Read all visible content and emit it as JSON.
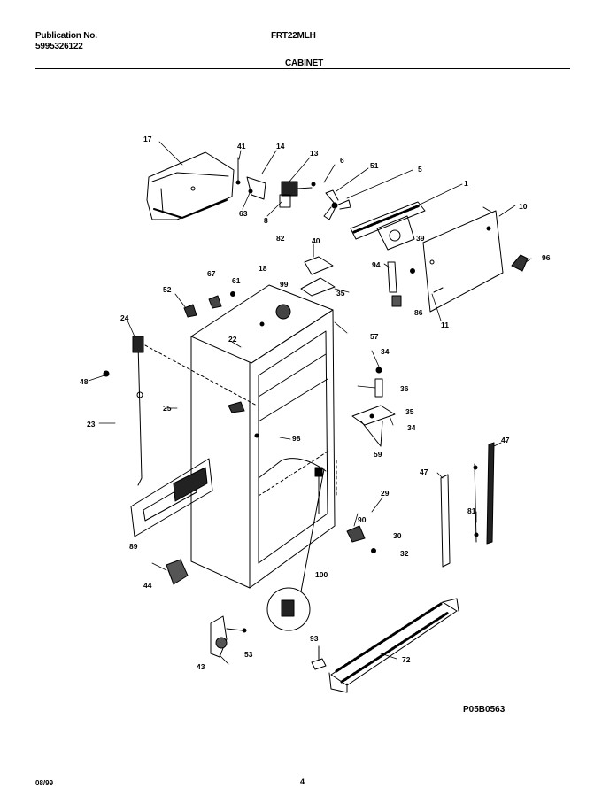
{
  "header": {
    "publication_label": "Publication No.",
    "publication_number": "5995326122",
    "model": "FRT22MLH",
    "section_title": "CABINET"
  },
  "diagram": {
    "callouts": [
      "17",
      "41",
      "14",
      "13",
      "6",
      "51",
      "5",
      "1",
      "10",
      "63",
      "8",
      "82",
      "40",
      "39",
      "96",
      "94",
      "52",
      "67",
      "61",
      "18",
      "99",
      "35",
      "86",
      "11",
      "24",
      "22",
      "57",
      "34",
      "48",
      "25",
      "23",
      "36",
      "35",
      "34",
      "59",
      "98",
      "47",
      "47",
      "89",
      "29",
      "90",
      "81",
      "30",
      "32",
      "44",
      "100",
      "43",
      "53",
      "93",
      "72"
    ],
    "figure_code": "P05B0563"
  },
  "footer": {
    "date": "08/99",
    "page": "4"
  }
}
